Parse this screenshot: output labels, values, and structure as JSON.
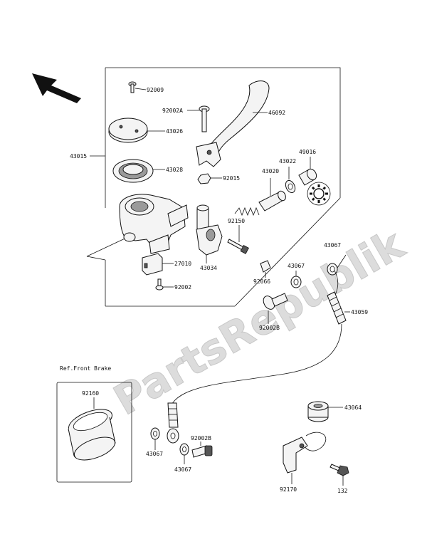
{
  "watermark": "PartsRepublik",
  "ref_note": "Ref.Front Brake",
  "labels": {
    "p92009": "92009",
    "p92002A": "92002A",
    "p46092": "46092",
    "p43026": "43026",
    "p43015": "43015",
    "p43028": "43028",
    "p92015": "92015",
    "p43020": "43020",
    "p43022": "43022",
    "p49016": "49016",
    "p92150": "92150",
    "p27010": "27010",
    "p43034": "43034",
    "p92066": "92066",
    "p92002": "92002",
    "p43067a": "43067",
    "p43067b": "43067",
    "p92002B_top": "92002B",
    "p43059": "43059",
    "p92160": "92160",
    "p43064": "43064",
    "p92002B_bot": "92002B",
    "p43067c": "43067",
    "p43067d": "43067",
    "p92170": "92170",
    "p132": "132"
  },
  "icons": [
    "direction-arrow-icon",
    "gear-icon"
  ]
}
